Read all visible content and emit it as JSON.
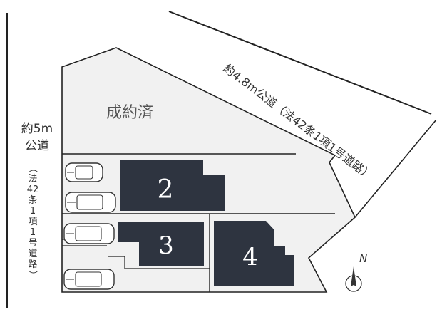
{
  "colors": {
    "lot_fill": "#f1f1f1",
    "building_fill": "#2e3440",
    "road_line": "#222222",
    "text": "#333333"
  },
  "roads": {
    "left": {
      "width_label": "約5m",
      "type_label": "公道",
      "law_chars": [
        "（",
        "法",
        "42",
        "条",
        "1",
        "項",
        "1",
        "号",
        "道",
        "路",
        "）"
      ]
    },
    "top": {
      "label": "約4.8m公道（法42条1項1号道路）"
    }
  },
  "lots": {
    "sold": {
      "label": "成約済"
    },
    "lot2": {
      "label": "2"
    },
    "lot3": {
      "label": "3"
    },
    "lot4": {
      "label": "4"
    }
  },
  "parking_cars": 4,
  "compass": {
    "label": "N",
    "icon": "north-arrow-icon"
  }
}
